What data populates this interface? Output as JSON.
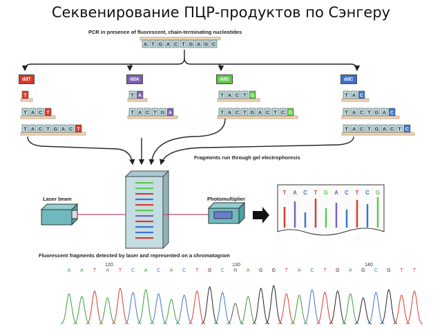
{
  "title": "Секвенирование ПЦР-продуктов по Сэнгеру",
  "pcr_label": "PCR in presence of fluorescent, chain-terminating nucleotides",
  "template_sequence": "ATGACTGAGC",
  "colors": {
    "T": "#d83a2a",
    "A": "#7d5fb7",
    "G": "#5ec94c",
    "C": "#3d72cc",
    "nucleotide_box": "#b8d8dc",
    "base_strip": "#f0d6b5",
    "gel": "#c4dde3",
    "device": "#6fb9bd"
  },
  "reactions": [
    {
      "tag": "ddT",
      "color": "#d83a2a",
      "fragments": [
        "T",
        "TACT",
        "TACTGACT"
      ]
    },
    {
      "tag": "ddA",
      "color": "#7d5fb7",
      "fragments": [
        "TA",
        "TACTGA"
      ]
    },
    {
      "tag": "ddG",
      "color": "#5ec94c",
      "fragments": [
        "TACTG",
        "TACTGACTCG"
      ]
    },
    {
      "tag": "ddC",
      "color": "#3d72cc",
      "fragments": [
        "TAC",
        "TACTGAC",
        "TACTGACTC"
      ]
    }
  ],
  "electrophoresis_label": "Fragments run through gel electrophoresis",
  "laser_label": "Laser beam",
  "photomultiplier_label": "Photomultiplier",
  "readout_sequence": "TACTGACTCG",
  "detection_label": "Fluorescent fragments detected by laser and represented on a chromatogram",
  "chromatogram": {
    "positions": [
      "120",
      "130",
      "140"
    ],
    "bases": "AATATCACACTGCNAGGTACTGAGCGTT"
  }
}
